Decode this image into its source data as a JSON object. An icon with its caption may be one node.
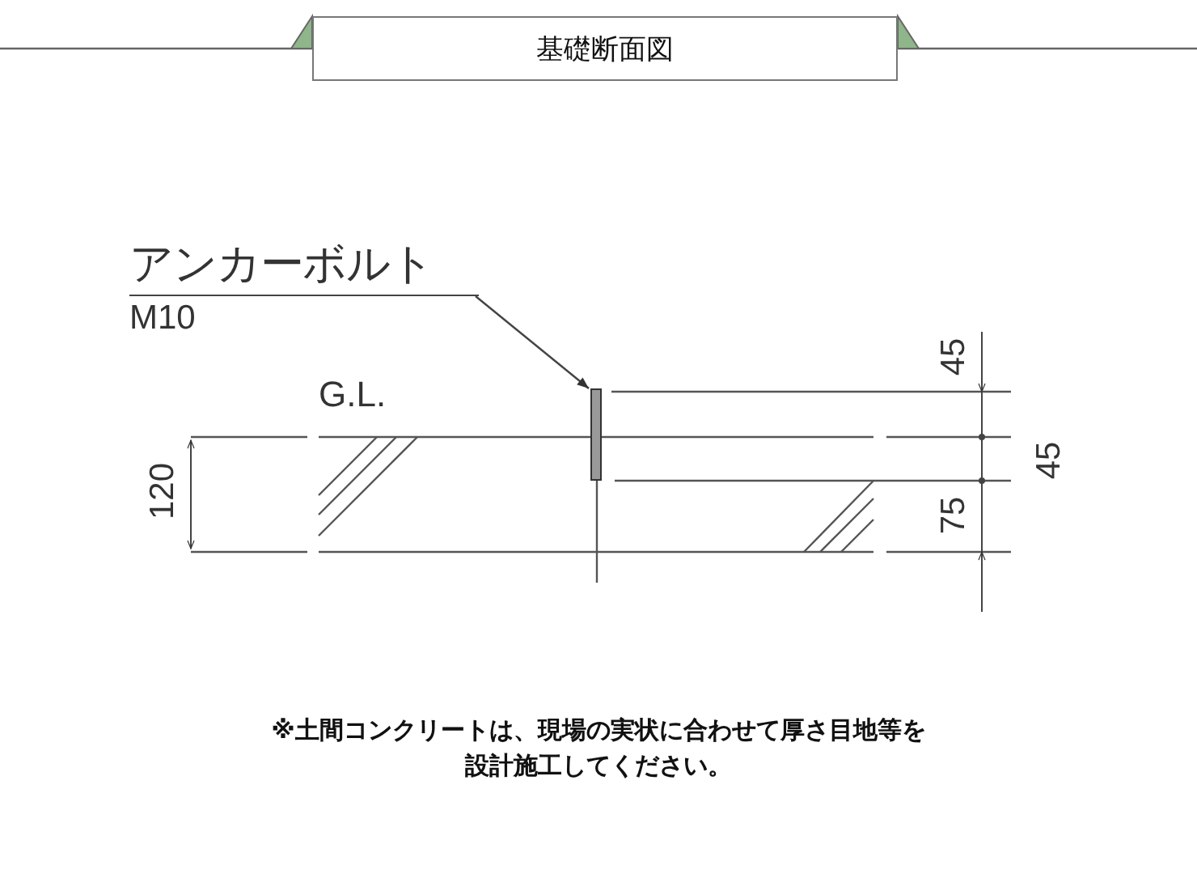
{
  "diagram": {
    "title": "基礎断面図",
    "nodes": [
      {
        "text": [
          "アンカーボルト",
          "M10"
        ]
      },
      {
        "text": [],
        "shape": "bar"
      }
    ],
    "edges": [
      {
        "from": 0,
        "to": 1,
        "arrow": "to"
      }
    ],
    "labels": [
      "G.L.",
      "120",
      "45",
      "45",
      "75"
    ],
    "caption": "※土間コンクリートは、現場の実状に合わせて厚さ目地等を設計施工してください。"
  }
}
